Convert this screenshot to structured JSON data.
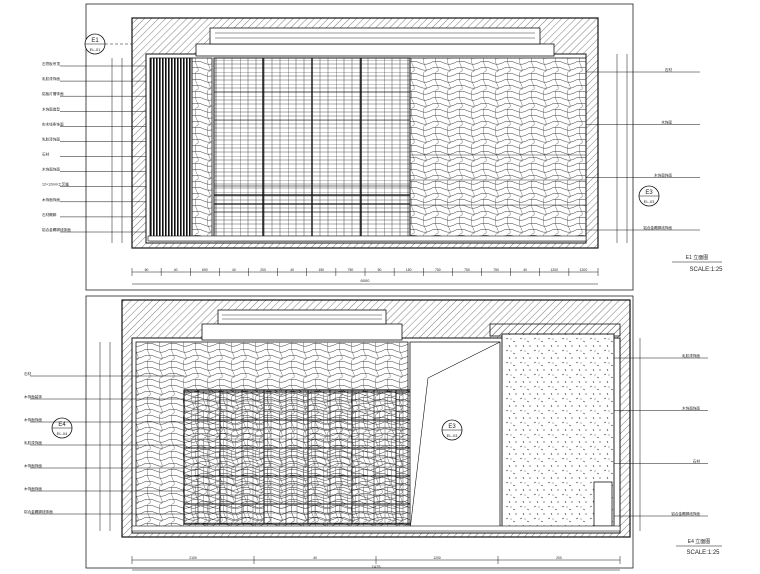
{
  "elevation_top": {
    "title": "E1 立面图",
    "scale": "SCALE:1:25",
    "section_marker_left": {
      "num": "E1",
      "sheet": "EL-01"
    },
    "section_marker_right": {
      "num": "E3",
      "sheet": "EL-03"
    },
    "left_labels": [
      "石膏板吊顶",
      "乳胶漆饰面",
      "铝板灯槽饰面",
      "木饰面造型",
      "实木线条饰面",
      "乳胶漆饰面",
      "石材",
      "木饰面饰面",
      "12×12mm工艺缝",
      "木饰面饰面",
      "石材踢脚",
      "铝合金踢脚线饰面"
    ],
    "right_labels": [
      "石材",
      "木饰面",
      "木饰面饰面",
      "铝合金踢脚线饰面"
    ],
    "bottom_dims": [
      "60",
      "40",
      "600",
      "40",
      "200",
      "40",
      "150",
      "750",
      "50",
      "150",
      "750",
      "750",
      "750",
      "40",
      "1200",
      "1200"
    ],
    "total_dim": "6000"
  },
  "elevation_bottom": {
    "title": "E4 立面图",
    "scale": "SCALE:1:25",
    "section_marker_left": {
      "num": "E4",
      "sheet": "EL-04"
    },
    "section_marker_center": {
      "num": "E3",
      "sheet": "EL-03"
    },
    "left_labels": [
      "石材",
      "木饰面装饰",
      "木饰面饰面",
      "乳胶漆饰面",
      "木饰面饰面",
      "木饰面饰面",
      "铝合金踢脚线饰面"
    ],
    "right_labels": [
      "乳胶漆饰面",
      "木饰面饰面",
      "石材",
      "铝合金踢脚线饰面"
    ],
    "bottom_dims": [
      "2100",
      "40",
      "1200",
      "200"
    ],
    "total_dim": "7475"
  }
}
